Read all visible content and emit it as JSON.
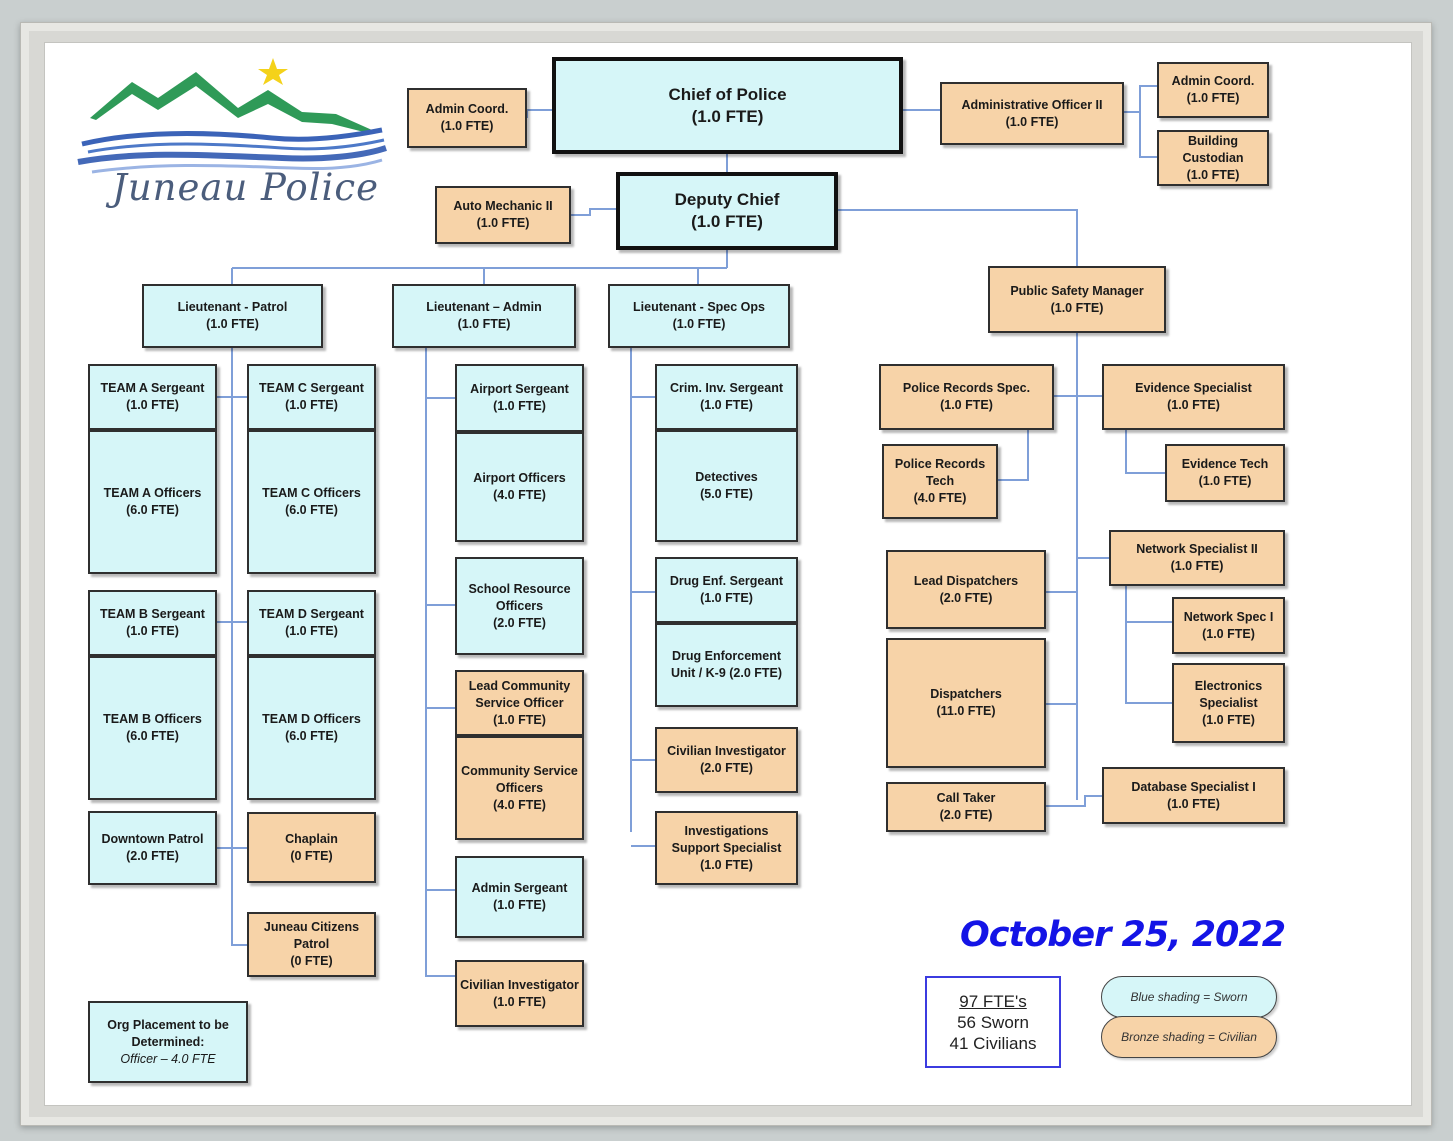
{
  "logo": {
    "text": "Juneau Police"
  },
  "chart_title_date": "October 25, 2022",
  "totals": {
    "fte": "97 FTE's",
    "sworn": "56 Sworn",
    "civilians": "41 Civilians"
  },
  "legend": {
    "blue": "Blue shading = Sworn",
    "bronze": "Bronze shading = Civilian"
  },
  "colors": {
    "sworn": "#d6f6f8",
    "civilian": "#f7d3a8",
    "date": "#1414e6",
    "connector": "#7f9fd8"
  },
  "boxes": {
    "chief": {
      "title": "Chief of Police",
      "fte": "(1.0 FTE)"
    },
    "admin_coord_left": {
      "title": "Admin Coord.",
      "fte": "(1.0 FTE)"
    },
    "admin_officer": {
      "title": "Administrative Officer II",
      "fte": "(1.0 FTE)"
    },
    "admin_coord_right": {
      "title": "Admin Coord.",
      "fte": "(1.0 FTE)"
    },
    "building_custodian": {
      "title": "Building Custodian",
      "fte": "(1.0 FTE)"
    },
    "deputy_chief": {
      "title": "Deputy Chief",
      "fte": "(1.0 FTE)"
    },
    "auto_mechanic": {
      "title": "Auto Mechanic II",
      "fte": "(1.0 FTE)"
    },
    "lt_patrol": {
      "title": "Lieutenant - Patrol",
      "fte": "(1.0 FTE)"
    },
    "lt_admin": {
      "title": "Lieutenant – Admin",
      "fte": "(1.0 FTE)"
    },
    "lt_spec_ops": {
      "title": "Lieutenant - Spec Ops",
      "fte": "(1.0 FTE)"
    },
    "psm": {
      "title": "Public Safety Manager",
      "fte": "(1.0 FTE)"
    },
    "team_a_sgt": {
      "title": "TEAM A Sergeant",
      "fte": "(1.0 FTE)"
    },
    "team_a_off": {
      "title": "TEAM A Officers",
      "fte": "(6.0 FTE)"
    },
    "team_b_sgt": {
      "title": "TEAM B Sergeant",
      "fte": "(1.0 FTE)"
    },
    "team_b_off": {
      "title": "TEAM B Officers",
      "fte": "(6.0 FTE)"
    },
    "downtown": {
      "title": "Downtown Patrol",
      "fte": "(2.0 FTE)"
    },
    "team_c_sgt": {
      "title": "TEAM C Sergeant",
      "fte": "(1.0 FTE)"
    },
    "team_c_off": {
      "title": "TEAM C Officers",
      "fte": "(6.0 FTE)"
    },
    "team_d_sgt": {
      "title": "TEAM D Sergeant",
      "fte": "(1.0 FTE)"
    },
    "team_d_off": {
      "title": "TEAM D Officers",
      "fte": "(6.0 FTE)"
    },
    "chaplain": {
      "title": "Chaplain",
      "fte": "(0 FTE)"
    },
    "citizens": {
      "title": "Juneau Citizens Patrol",
      "fte": "(0 FTE)"
    },
    "airport_sgt": {
      "title": "Airport Sergeant",
      "fte": "(1.0 FTE)"
    },
    "airport_off": {
      "title": "Airport Officers",
      "fte": "(4.0 FTE)"
    },
    "sro": {
      "title": "School Resource Officers",
      "fte": "(2.0 FTE)"
    },
    "lead_cso": {
      "title": "Lead Community Service Officer",
      "fte": "(1.0 FTE)"
    },
    "cso": {
      "title": "Community Service Officers",
      "fte": "(4.0 FTE)"
    },
    "admin_sgt": {
      "title": "Admin Sergeant",
      "fte": "(1.0 FTE)"
    },
    "civ_inv_admin": {
      "title": "Civilian Investigator",
      "fte": "(1.0 FTE)"
    },
    "crim_inv_sgt": {
      "title": "Crim. Inv. Sergeant",
      "fte": "(1.0 FTE)"
    },
    "detectives": {
      "title": "Detectives",
      "fte": "(5.0 FTE)"
    },
    "drug_sgt": {
      "title": "Drug Enf. Sergeant",
      "fte": "(1.0 FTE)"
    },
    "drug_unit": {
      "title": "Drug Enforcement Unit / K-9 (2.0 FTE)",
      "fte": ""
    },
    "civ_inv_spec": {
      "title": "Civilian Investigator",
      "fte": "(2.0 FTE)"
    },
    "inv_support": {
      "title": "Investigations Support Specialist",
      "fte": "(1.0 FTE)"
    },
    "records_spec": {
      "title": "Police Records Spec.",
      "fte": "(1.0 FTE)"
    },
    "records_tech": {
      "title": "Police Records Tech",
      "fte": "(4.0 FTE)"
    },
    "evidence_spec": {
      "title": "Evidence Specialist",
      "fte": "(1.0 FTE)"
    },
    "evidence_tech": {
      "title": "Evidence Tech",
      "fte": "(1.0 FTE)"
    },
    "lead_dispatch": {
      "title": "Lead Dispatchers",
      "fte": "(2.0 FTE)"
    },
    "dispatchers": {
      "title": "Dispatchers",
      "fte": "(11.0 FTE)"
    },
    "call_taker": {
      "title": "Call Taker",
      "fte": "(2.0 FTE)"
    },
    "net_spec_2": {
      "title": "Network Specialist II",
      "fte": "(1.0 FTE)"
    },
    "net_spec_1": {
      "title": "Network Spec I",
      "fte": "(1.0 FTE)"
    },
    "electronics": {
      "title": "Electronics Specialist",
      "fte": "(1.0 FTE)"
    },
    "db_spec": {
      "title": "Database Specialist I",
      "fte": "(1.0 FTE)"
    },
    "org_tbd": {
      "title": "Org Placement to be Determined:",
      "fte": "Officer – 4.0 FTE"
    }
  }
}
